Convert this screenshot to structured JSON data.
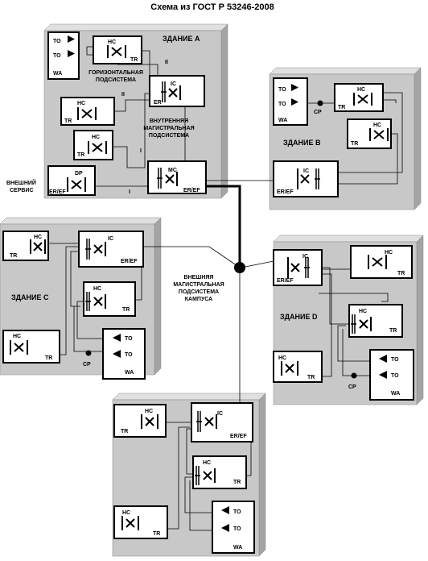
{
  "title": "Схема из ГОСТ Р 53246-2008",
  "buildings": {
    "a": "ЗДАНИЕ А",
    "b": "ЗДАНИЕ В",
    "c": "ЗДАНИЕ С",
    "d": "ЗДАНИЕ D"
  },
  "labels": {
    "horizontal_line1": "ГОРИЗОНТАЛЬНАЯ",
    "horizontal_line2": "ПОДСИСТЕМА",
    "internal_line1": "ВНУТРЕННЯЯ",
    "internal_line2": "МАГИСТРАЛЬНАЯ",
    "internal_line3": "ПОДСИСТЕМА",
    "external_service_line1": "ВНЕШНИЙ",
    "external_service_line2": "СЕРВИС",
    "campus_line1": "ВНЕШНЯЯ",
    "campus_line2": "МАГИСТРАЛЬНАЯ",
    "campus_line3": "ПОДСИСТЕМА",
    "campus_line4": "КАМПУСА"
  },
  "codes": {
    "hc": "HC",
    "tr": "TR",
    "ic": "IC",
    "mc": "MC",
    "dp": "DP",
    "er": "ER",
    "er_ef": "ER/EF",
    "to": "TO",
    "wa": "WA",
    "cp": "CP",
    "i": "I",
    "ii": "II"
  },
  "colors": {
    "building_fill": "#c8c8c8",
    "building_side": "#a4a4a4",
    "building_top": "#e0e0e0",
    "box_fill": "#ffffff",
    "line": "#000000"
  }
}
